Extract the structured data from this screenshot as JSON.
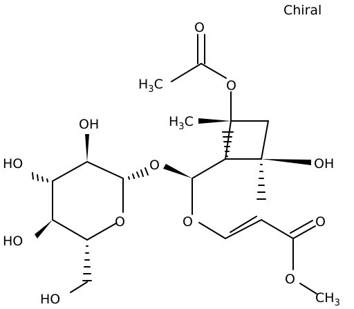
{
  "chirality_label": "Chiral",
  "atoms": {
    "carbonyl_o_top": "O",
    "ester_o_acetyl": "O",
    "methyl_acetyl": {
      "main": "H",
      "sub": "3",
      "tail": "C"
    },
    "methyl_quaternary": {
      "main": "H",
      "sub": "3",
      "tail": "C"
    },
    "hydroxyl_ring5": "OH",
    "glycosidic_o": "O",
    "pyran_o": "O",
    "sugar_ring_o": "O",
    "sugar_oh_2": "OH",
    "sugar_oh_3": "HO",
    "sugar_oh_4": "HO",
    "sugar_ch2oh": "HO",
    "ester_carbonyl_o": "O",
    "ester_o_methyl": "O",
    "methyl_ester": {
      "main": "CH",
      "sub": "3"
    }
  }
}
